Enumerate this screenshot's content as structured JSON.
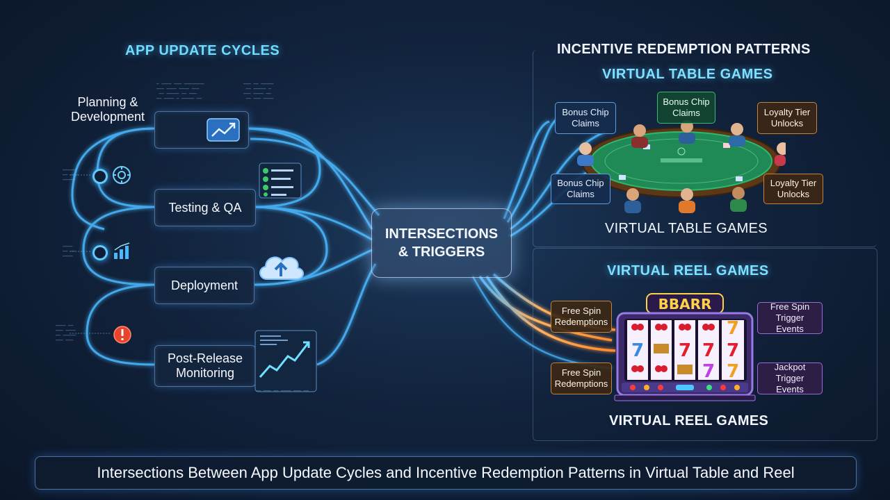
{
  "left": {
    "heading": "APP UPDATE CYCLES",
    "stages": [
      {
        "label_line1": "Planning &",
        "label_line2": "Development"
      },
      {
        "label": "Testing & QA"
      },
      {
        "label": "Deployment"
      },
      {
        "label_line1": "Post-Release",
        "label_line2": "Monitoring"
      }
    ]
  },
  "hub": {
    "line1": "INTERSECTIONS",
    "line2": "& TRIGGERS"
  },
  "right": {
    "heading": "INCENTIVE REDEMPTION PATTERNS",
    "table_section": {
      "title_top": "VIRTUAL TABLE GAMES",
      "title_bottom": "VIRTUAL TABLE GAMES",
      "tags": [
        {
          "line1": "Bonus Chip",
          "line2": "Claims"
        },
        {
          "line1": "Bonus Chip",
          "line2": "Claims"
        },
        {
          "line1": "Loyalty Tier",
          "line2": "Unlocks"
        },
        {
          "line1": "Bonus Chip",
          "line2": "Claims"
        },
        {
          "line1": "Loyalty Tier",
          "line2": "Unlocks"
        }
      ]
    },
    "reel_section": {
      "title_top": "VIRTUAL REEL GAMES",
      "title_bottom": "VIRTUAL REEL GAMES",
      "machine_sign": "BBARR",
      "tags": [
        {
          "line1": "Free Spin",
          "line2": "Redemptions"
        },
        {
          "line1": "Free Spin",
          "line2": "Trigger Events"
        },
        {
          "line1": "Free Spin",
          "line2": "Redemptions"
        },
        {
          "line1": "Jackpot",
          "line2": "Trigger Events"
        }
      ]
    }
  },
  "footer": {
    "title": "Intersections Between App Update Cycles and Incentive Redemption Patterns in Virtual Table and Reel"
  },
  "colors": {
    "accent_cyan": "#6fdcff",
    "flow_blue": "#4ab8ff",
    "flow_orange": "#ff9a3c",
    "table_felt": "#1f8a55"
  },
  "icons": [
    "chart-up-icon",
    "gear-cycle-icon",
    "checklist-icon",
    "bar-chart-icon",
    "cloud-upload-icon",
    "alert-icon",
    "trend-chart-icon"
  ]
}
